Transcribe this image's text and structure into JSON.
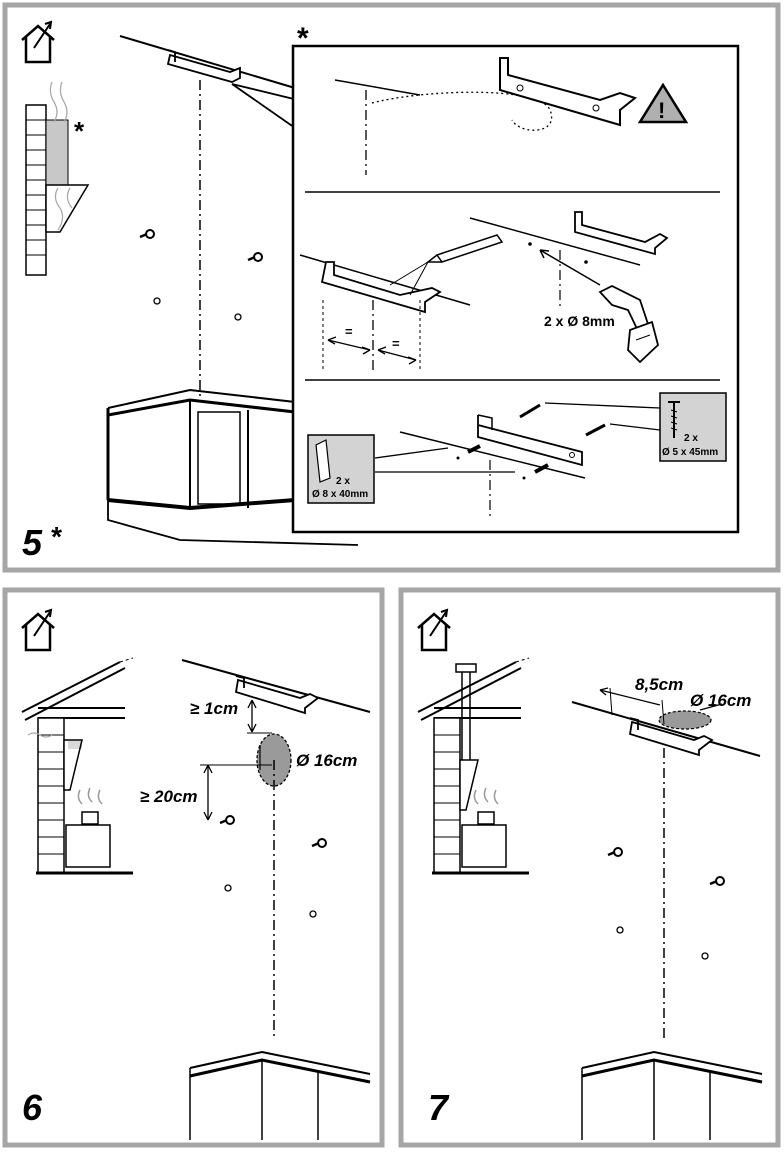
{
  "panels": {
    "p5": {
      "step_number": "5",
      "star": "*",
      "inset_star": "*",
      "drill_label": "2 x Ø 8mm",
      "equal_left": "=",
      "equal_right": "=",
      "screw_qty": "2 x",
      "screw_size": "Ø 5 x 45mm",
      "plug_qty": "2 x",
      "plug_size": "Ø 8 x 40mm",
      "warning_glyph": "!"
    },
    "p6": {
      "step_number": "6",
      "gap_top": "≥ 1cm",
      "gap_bottom": "≥ 20cm",
      "hole_diameter": "Ø 16cm"
    },
    "p7": {
      "step_number": "7",
      "offset": "8,5cm",
      "hole_diameter": "Ø 16cm"
    }
  },
  "colors": {
    "panel_border": "#a6a6a6",
    "hole_fill": "#9a9a9a",
    "callout_fill": "#d3d3d3",
    "warning_fill": "#b0b0b0"
  }
}
